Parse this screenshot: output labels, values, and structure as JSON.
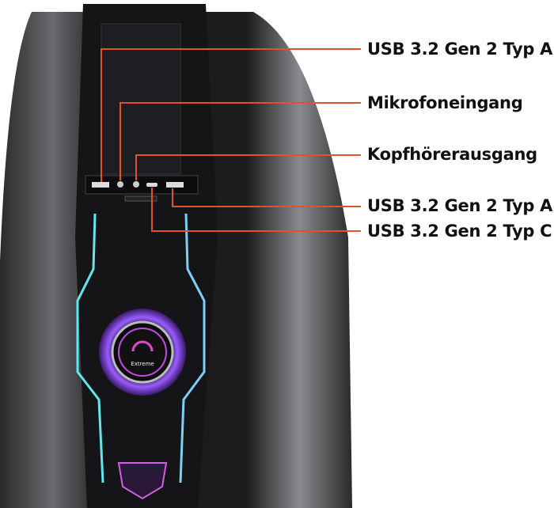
{
  "labels": [
    "USB 3.2 Gen 2 Typ A",
    "Mikrofoneingang",
    "Kopfhörerausgang",
    "USB 3.2 Gen 2 Typ A",
    "USB 3.2 Gen 2 Typ C"
  ],
  "screen": {
    "mode": "Extreme"
  },
  "colors": {
    "callout_line": "#e0522a",
    "accent_cyan": "#5fe8f0",
    "accent_purple": "#b04ef0"
  }
}
